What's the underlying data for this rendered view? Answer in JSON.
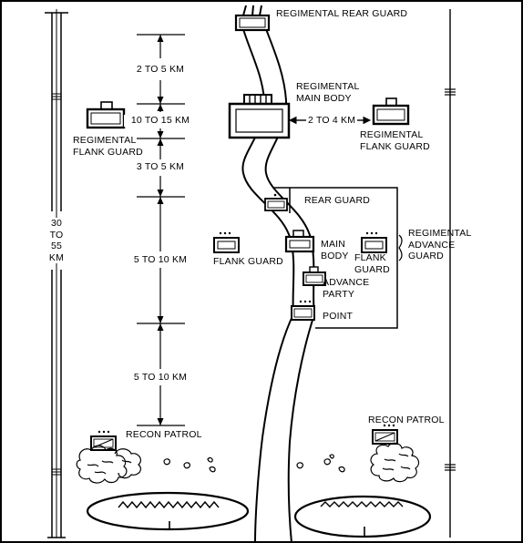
{
  "labels": {
    "regimental_rear_guard": "REGIMENTAL REAR GUARD",
    "regimental_main_body": "REGIMENTAL\nMAIN BODY",
    "left_regimental_flank_guard": "REGIMENTAL\nFLANK GUARD",
    "right_regimental_flank_guard": "REGIMENTAL\nFLANK GUARD",
    "main_body_to_flank": "2 TO 4 KM",
    "rear_guard": "REAR GUARD",
    "main_body": "MAIN\nBODY",
    "flank_guard_left": "FLANK GUARD",
    "flank_guard_right": "FLANK\nGUARD",
    "advance_party": "ADVANCE\nPARTY",
    "point": "POINT",
    "regimental_advance_guard": "REGIMENTAL\nADVANCE\nGUARD",
    "recon_patrol_left": "RECON PATROL",
    "recon_patrol_right": "RECON PATROL",
    "total_distance": "30\nTO\n55\nKM"
  },
  "distances": [
    "2 TO 5 KM",
    "10 TO 15 KM",
    "3 TO 5 KM",
    "5 TO 10 KM",
    "5 TO 10 KM"
  ]
}
